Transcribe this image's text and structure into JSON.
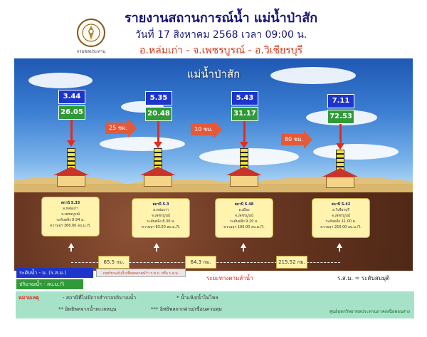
{
  "header": {
    "title": "รายงานสถานการณ์น้ำ แม่น้ำป่าสัก",
    "date_line": "วันที่ 17 สิงหาคม 2568 เวลา 09:00 น.",
    "location_line": "อ.หล่มเก่า - จ.เพชรบูรณ์ - อ.วิเชียรบุรี",
    "logo_caption": "กรมชลประทาน"
  },
  "scene": {
    "river_name": "แม่น้ำป่าสัก"
  },
  "stations": [
    {
      "code": "สถานี S.33",
      "district": "อ.หล่มเก่า",
      "province": "จ.เพชรบูรณ์",
      "bank_level": "ระดับตลิ่ง 8.94 ม.",
      "capacity": "ความจุฯ 366.00 ลบ.ม./วิ.",
      "water_level": "3.44",
      "flow_rate": "26.05"
    },
    {
      "code": "สถานี S.3",
      "district": "อ.หล่มเก่า",
      "province": "จ.เพชรบูรณ์",
      "bank_level": "ระดับตลิ่ง 8.30 ม.",
      "capacity": "ความจุฯ 83.00 ลบ.ม./วิ.",
      "water_level": "5.35",
      "flow_rate": "20.48"
    },
    {
      "code": "สถานี S.48",
      "district": "อ.เมือง",
      "province": "จ.เพชรบูรณ์",
      "bank_level": "ระดับตลิ่ง 9.20 ม.",
      "capacity": "ความจุฯ 190.00 ลบ.ม./วิ.",
      "water_level": "5.43",
      "flow_rate": "31.17"
    },
    {
      "code": "สถานี S.42",
      "district": "อ.วิเชียรบุรี",
      "province": "จ.เพชรบูรณ์",
      "bank_level": "ระดับตลิ่ง 11.00 ม.",
      "capacity": "ความจุฯ 250.00 ลบ.ม./วิ.",
      "water_level": "7.11",
      "flow_rate": "72.53"
    }
  ],
  "flow_arrows": [
    "25 ชม.",
    "10 ชม.",
    "80 ชม."
  ],
  "distances": [
    "65.5 กม.",
    "64.3 กม.",
    "215.52 กม."
  ],
  "distance_caption": "ระยะทางตามลำน้ำ",
  "rs_note": "ร.ส.ม. = ระดับสมมุติ",
  "legend": {
    "water_level": "ระดับน้ำ - ม. (ร.ส.ม.)",
    "volume": "ปริมาณน้ำ - ลบ.ม./วิ",
    "dam_note": "เขตรับระดับน้ำเชื่อนตลาดนำ้า ร.ท.ก. หรือ ร.ส.ม."
  },
  "remarks": {
    "label": "หมายเหตุ",
    "item1": "-  สถานีที่ไม่มีการสำรวจปริมาณน้ำ",
    "item2": "*  น้ำแห้ง/น้ำไม่ไหล",
    "item3": "**  อิทธิพลจากน้ำทะเลหนุน",
    "item4": "***  อิทธิพลจากฝาย/เขื่อนควบคุม",
    "center": "ศูนย์อุทกวิทยาชลประทานภาคเหนือตอนล่าง"
  },
  "colors": {
    "title": "#18187a",
    "location": "#d33a1c",
    "level_box": "#1d35c9",
    "flow_box": "#2f9a37",
    "arrow": "#e32b1a",
    "footer": "#a6e2c8"
  }
}
